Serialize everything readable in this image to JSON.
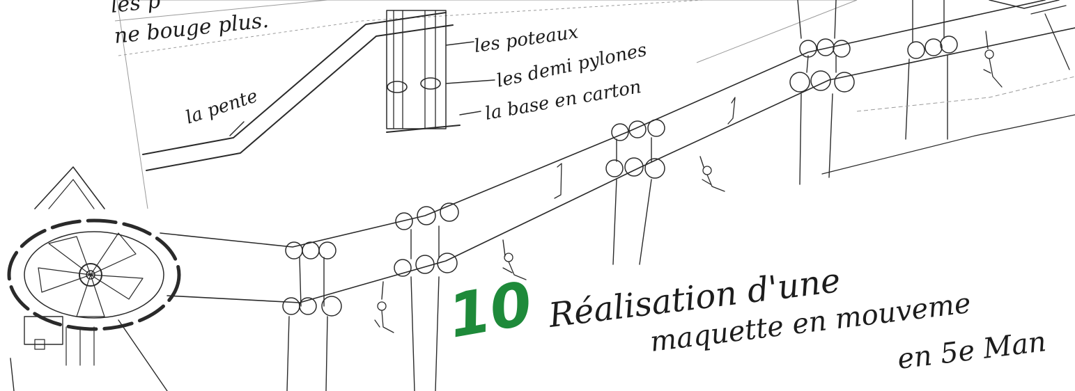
{
  "top_note": {
    "line1": "les p",
    "line2": "ne bouge plus."
  },
  "labels": {
    "pente": "la pente",
    "poteaux": "les poteaux",
    "demi_pylones": "les demi pylones",
    "base": "la base en carton"
  },
  "stamp": {
    "number": "10",
    "color": "#1e8a3a"
  },
  "caption": {
    "line1": "Réalisation d'une",
    "line2": "maquette en mouveme",
    "line3": "en 5e Man"
  },
  "colors": {
    "ink": "#1c1c1c",
    "pencil": "#2a2a2a",
    "paper": "#ffffff",
    "green": "#1e8a3a"
  }
}
